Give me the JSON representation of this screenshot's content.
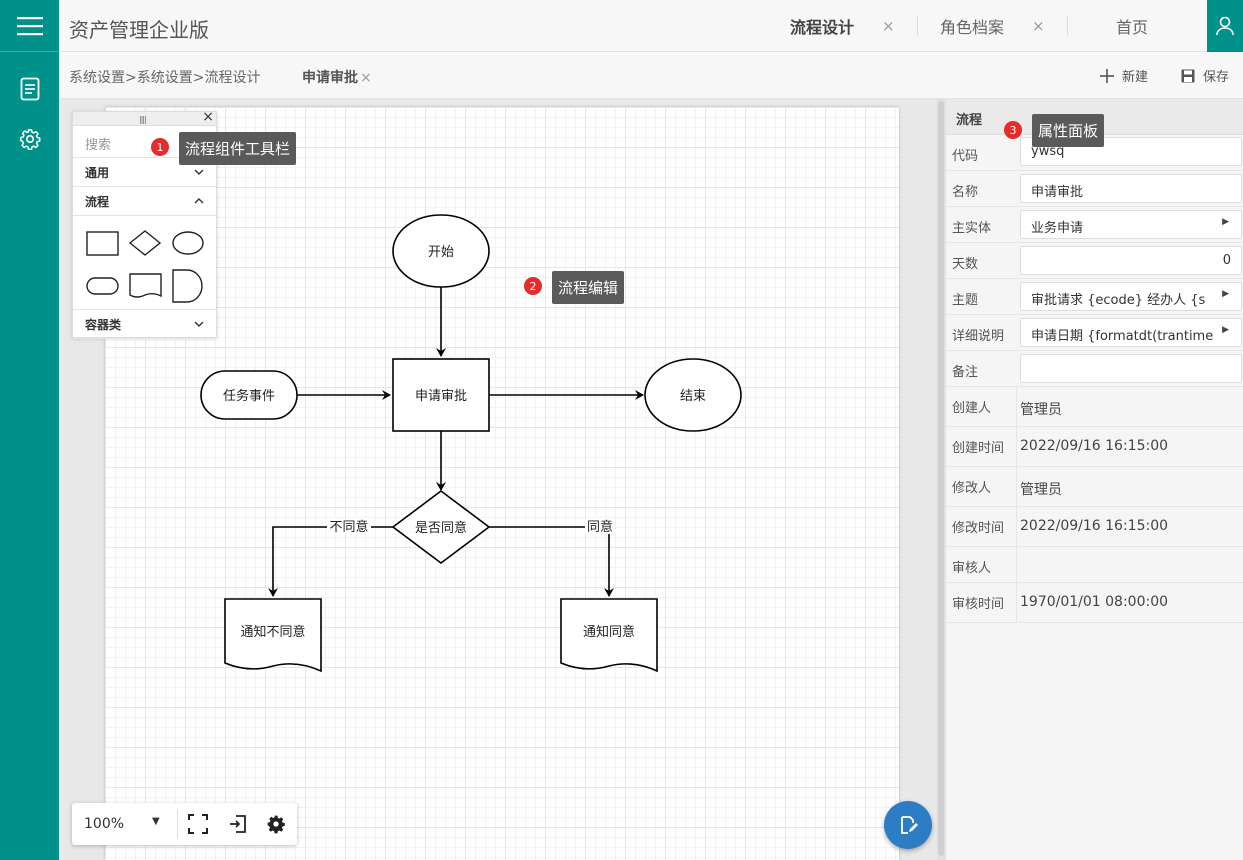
{
  "app": {
    "title": "资产管理企业版"
  },
  "top_tabs": [
    {
      "label": "流程设计",
      "close": "×"
    },
    {
      "label": "角色档案",
      "close": "×"
    },
    {
      "label": "首页"
    }
  ],
  "breadcrumb": "系统设置>系统设置>流程设计",
  "sub_tab": {
    "label": "申请审批",
    "close": "×"
  },
  "toolbar": {
    "new_label": "新建",
    "save_label": "保存"
  },
  "toolbox": {
    "grip": "||||",
    "close": "×",
    "search_placeholder": "搜索",
    "sections": [
      {
        "label": "通用",
        "expanded": false
      },
      {
        "label": "流程",
        "expanded": true
      },
      {
        "label": "容器类",
        "expanded": false
      }
    ]
  },
  "flow": {
    "nodes": {
      "start": "开始",
      "task": "任务事件",
      "approve": "申请审批",
      "end": "结束",
      "decision": "是否同意",
      "notify_reject": "通知不同意",
      "notify_agree": "通知同意"
    },
    "edges": {
      "reject": "不同意",
      "agree": "同意"
    }
  },
  "tooltips": [
    {
      "num": "1",
      "text": "流程组件工具栏"
    },
    {
      "num": "2",
      "text": "流程编辑"
    },
    {
      "num": "3",
      "text": "属性面板"
    }
  ],
  "props": {
    "title": "流程",
    "rows": [
      {
        "label": "代码",
        "value": "ywsq"
      },
      {
        "label": "名称",
        "value": "申请审批"
      },
      {
        "label": "主实体",
        "value": "业务申请"
      },
      {
        "label": "天数",
        "value": "0"
      },
      {
        "label": "主题",
        "value": "审批请求 {ecode} 经办人  {s"
      },
      {
        "label": "详细说明",
        "value": "申请日期 {formatdt(trantime"
      },
      {
        "label": "备注",
        "value": ""
      },
      {
        "label": "创建人",
        "value": "管理员"
      },
      {
        "label": "创建时间",
        "value": "2022/09/16 16:15:00"
      },
      {
        "label": "修改人",
        "value": "管理员"
      },
      {
        "label": "修改时间",
        "value": "2022/09/16 16:15:00"
      },
      {
        "label": "审核人",
        "value": ""
      },
      {
        "label": "审核时间",
        "value": "1970/01/01 08:00:00"
      }
    ]
  },
  "zoom": {
    "value": "100%"
  },
  "colors": {
    "brand": "#00918b",
    "fab": "#2d7dc5",
    "badge": "#e62b2b"
  }
}
